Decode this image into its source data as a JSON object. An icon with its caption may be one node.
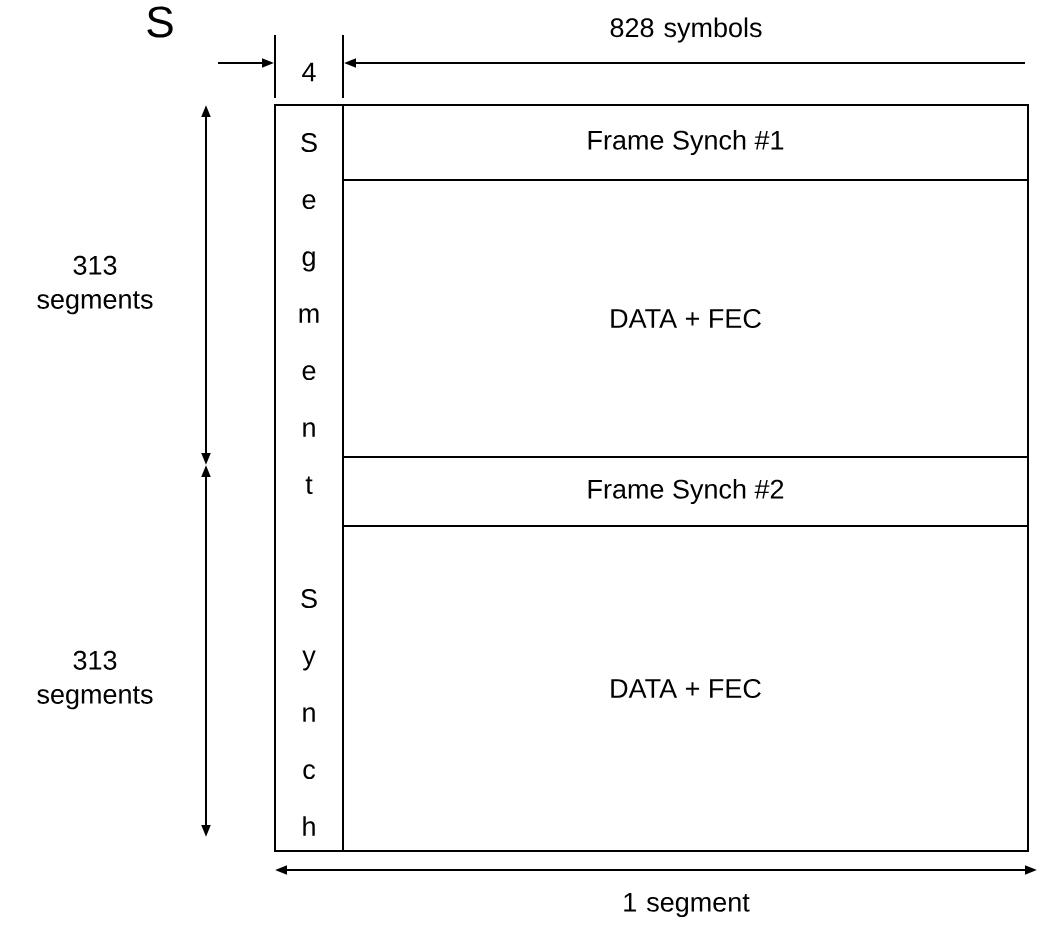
{
  "diagram": {
    "nodes": [
      {
        "text": [
          "Segment Synch"
        ]
      },
      {
        "text": [
          "Frame Synch #1"
        ]
      },
      {
        "text": [
          "DATA + FEC"
        ]
      },
      {
        "text": [
          "Frame Synch #2"
        ]
      },
      {
        "text": [
          "DATA + FEC"
        ]
      }
    ],
    "labels": [
      "S",
      "828 symbols",
      "4",
      "313 segments",
      "313 segments",
      "1 segment"
    ]
  }
}
